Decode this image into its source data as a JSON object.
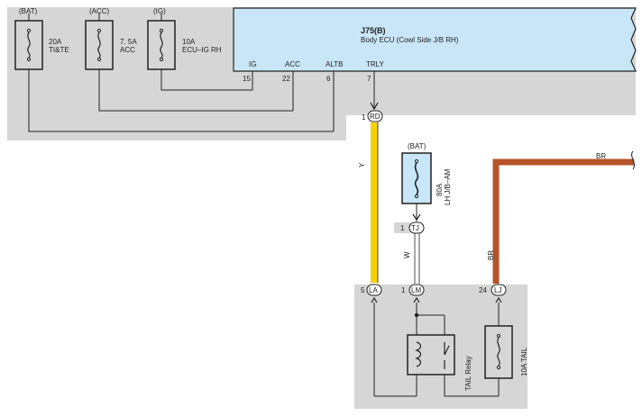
{
  "top_fuses": [
    {
      "source": "(BAT)",
      "rating": "20A",
      "name": "TI&TE"
    },
    {
      "source": "(ACC)",
      "rating": "7. 5A",
      "name": "ACC"
    },
    {
      "source": "(IG)",
      "rating": "10A",
      "name": "ECU–IG RH"
    }
  ],
  "ecu": {
    "id": "J75(B)",
    "name": "Body ECU (Cowl Side J/B RH)",
    "terminals": [
      {
        "label": "IG",
        "pin": "15"
      },
      {
        "label": "ACC",
        "pin": "22"
      },
      {
        "label": "ALTB",
        "pin": "6"
      },
      {
        "label": "TRLY",
        "pin": "7"
      }
    ]
  },
  "connectors": {
    "rd": {
      "pin": "1",
      "code": "RD"
    },
    "tj": {
      "pin": "1",
      "code": "TJ"
    },
    "la": {
      "pin": "5",
      "code": "LA"
    },
    "lm": {
      "pin": "1",
      "code": "LM"
    },
    "lj": {
      "pin": "24",
      "code": "LJ"
    }
  },
  "wires": {
    "y": "Y",
    "w": "W",
    "br_vertical": "BR",
    "br_top": "BR"
  },
  "lh_fuse": {
    "source": "(BAT)",
    "rating": "80A",
    "name": "LH J/B–AM"
  },
  "relay": {
    "name": "TAIL Relay"
  },
  "tail_fuse": {
    "label": "10A TAIL"
  },
  "colors": {
    "ecu_fill": "#c8e6f8",
    "panel_gray": "#d6d6d6",
    "wire_y": "#f7d000",
    "wire_br": "#b5532a"
  }
}
